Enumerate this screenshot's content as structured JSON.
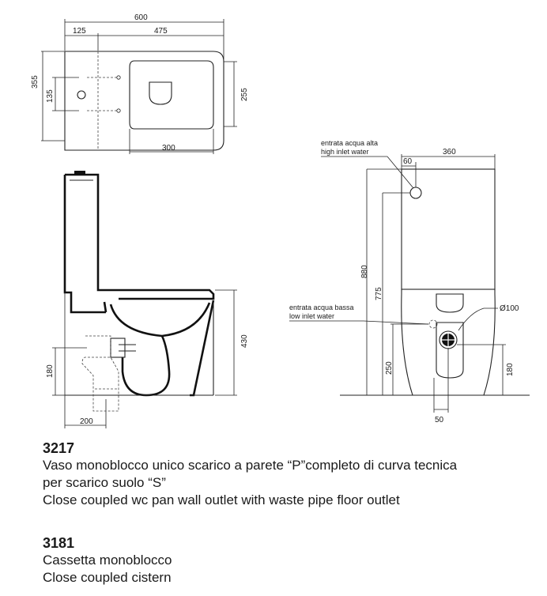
{
  "plan_view": {
    "dims": {
      "total_width": "600",
      "left_part": "125",
      "right_part": "475",
      "depth": "355",
      "holes_spacing": "135",
      "inner_depth": "255",
      "seat_width": "300"
    }
  },
  "side_view": {
    "dims": {
      "height": "430",
      "outlet_height": "180",
      "outlet_depth": "200"
    }
  },
  "front_view": {
    "labels": {
      "high_inlet_it": "entrata acqua alta",
      "high_inlet_en": "high inlet water",
      "low_inlet_it": "entrata acqua bassa",
      "low_inlet_en": "low inlet water"
    },
    "dims": {
      "offset": "60",
      "width": "360",
      "total_height": "880",
      "high_inlet_height": "775",
      "low_inlet_height": "250",
      "outlet_height": "180",
      "outlet_diameter": "Ø100",
      "outlet_offset": "50"
    }
  },
  "products": [
    {
      "code": "3217",
      "lines": [
        "Vaso monoblocco unico scarico a parete “P”completo di curva tecnica",
        "per scarico suolo “S”",
        "Close coupled wc pan wall outlet with waste pipe floor outlet"
      ]
    },
    {
      "code": "3181",
      "lines": [
        "Cassetta monoblocco",
        "Close coupled cistern"
      ]
    }
  ]
}
